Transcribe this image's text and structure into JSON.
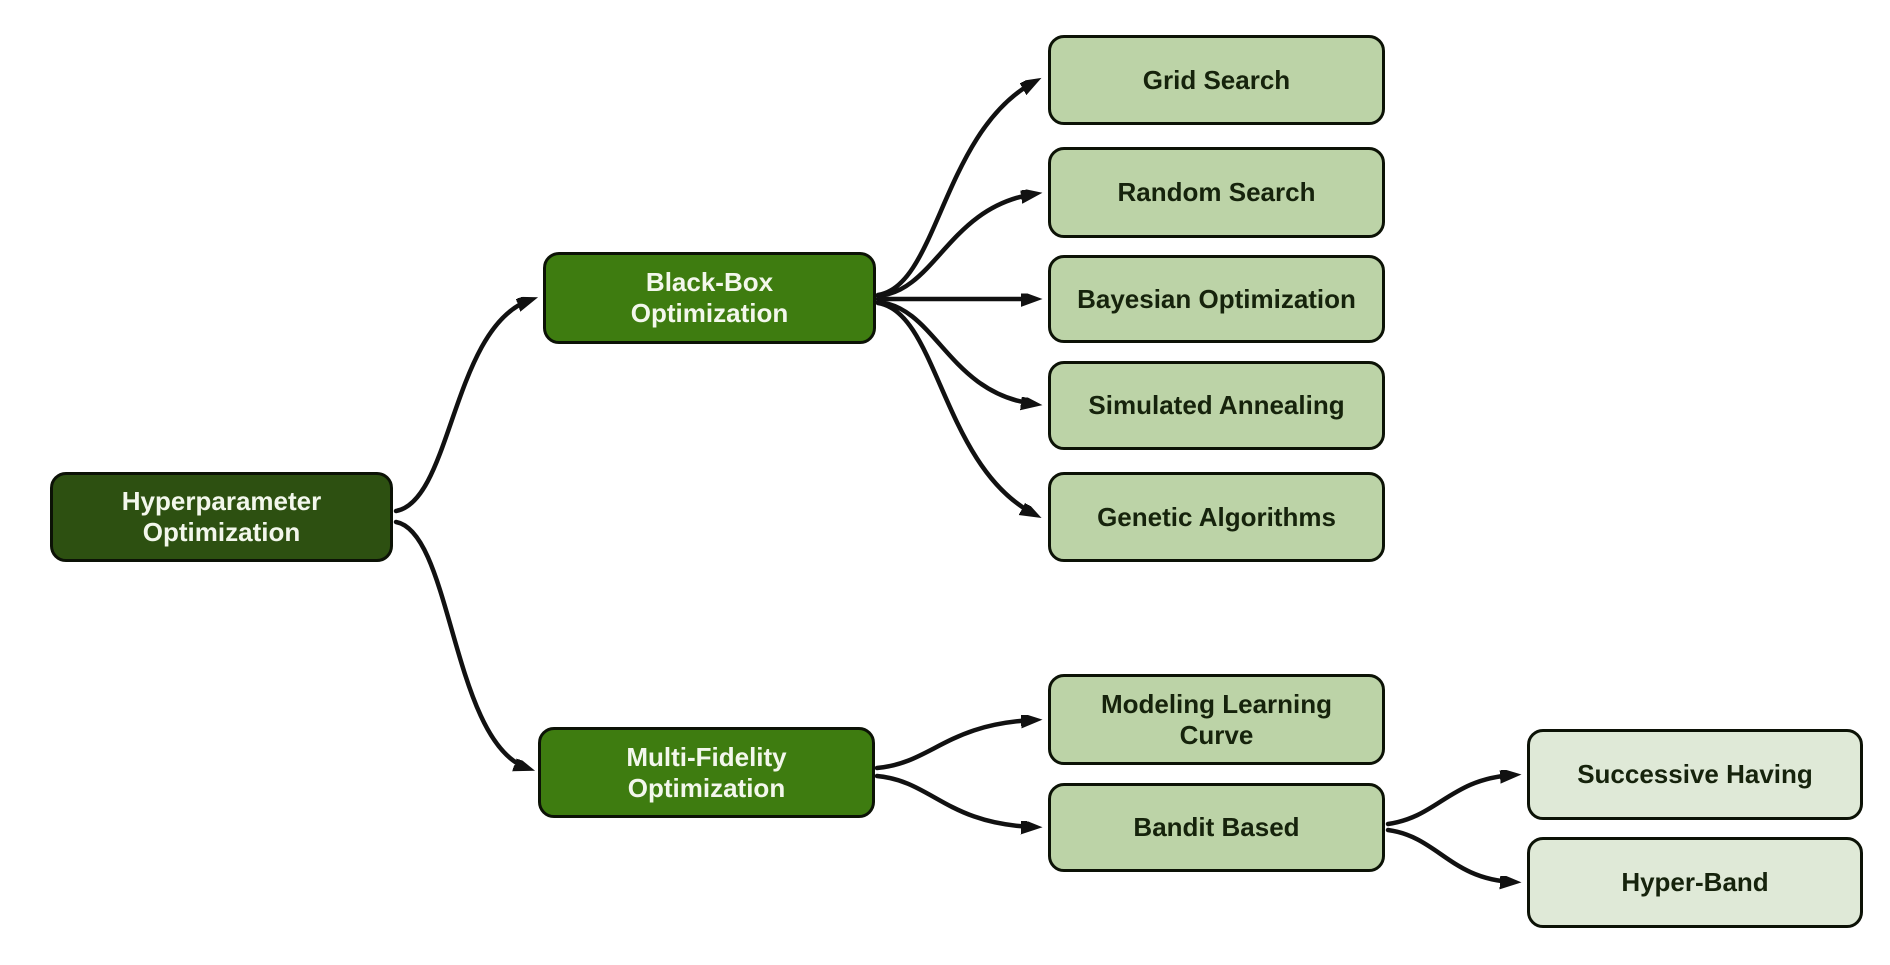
{
  "diagram": {
    "colors": {
      "root_fill": "#2d5011",
      "branch_fill": "#3e7c10",
      "leaf_fill": "#bcd3a7",
      "subleaf_fill": "#dfe9d7",
      "node_border": "#0c1206",
      "edge_stroke": "#111111",
      "dark_node_text": "#f3f7ec",
      "light_node_text": "#16230c",
      "background": "#ffffff"
    },
    "nodes": [
      {
        "id": "hyperparameter-optimization",
        "label": "Hyperparameter\nOptimization",
        "level": "root"
      },
      {
        "id": "black-box-optimization",
        "label": "Black-Box\nOptimization",
        "level": "branch"
      },
      {
        "id": "multi-fidelity-optimization",
        "label": "Multi-Fidelity\nOptimization",
        "level": "branch"
      },
      {
        "id": "grid-search",
        "label": "Grid Search",
        "level": "leaf"
      },
      {
        "id": "random-search",
        "label": "Random Search",
        "level": "leaf"
      },
      {
        "id": "bayesian-optimization",
        "label": "Bayesian Optimization",
        "level": "leaf"
      },
      {
        "id": "simulated-annealing",
        "label": "Simulated Annealing",
        "level": "leaf"
      },
      {
        "id": "genetic-algorithms",
        "label": "Genetic Algorithms",
        "level": "leaf"
      },
      {
        "id": "modeling-learning-curve",
        "label": "Modeling Learning\nCurve",
        "level": "leaf"
      },
      {
        "id": "bandit-based",
        "label": "Bandit Based",
        "level": "leaf"
      },
      {
        "id": "successive-having",
        "label": "Successive Having",
        "level": "subleaf"
      },
      {
        "id": "hyper-band",
        "label": "Hyper-Band",
        "level": "subleaf"
      }
    ],
    "edges": [
      {
        "from": "hyperparameter-optimization",
        "to": "black-box-optimization"
      },
      {
        "from": "hyperparameter-optimization",
        "to": "multi-fidelity-optimization"
      },
      {
        "from": "black-box-optimization",
        "to": "grid-search"
      },
      {
        "from": "black-box-optimization",
        "to": "random-search"
      },
      {
        "from": "black-box-optimization",
        "to": "bayesian-optimization"
      },
      {
        "from": "black-box-optimization",
        "to": "simulated-annealing"
      },
      {
        "from": "black-box-optimization",
        "to": "genetic-algorithms"
      },
      {
        "from": "multi-fidelity-optimization",
        "to": "modeling-learning-curve"
      },
      {
        "from": "multi-fidelity-optimization",
        "to": "bandit-based"
      },
      {
        "from": "bandit-based",
        "to": "successive-having"
      },
      {
        "from": "bandit-based",
        "to": "hyper-band"
      }
    ]
  }
}
